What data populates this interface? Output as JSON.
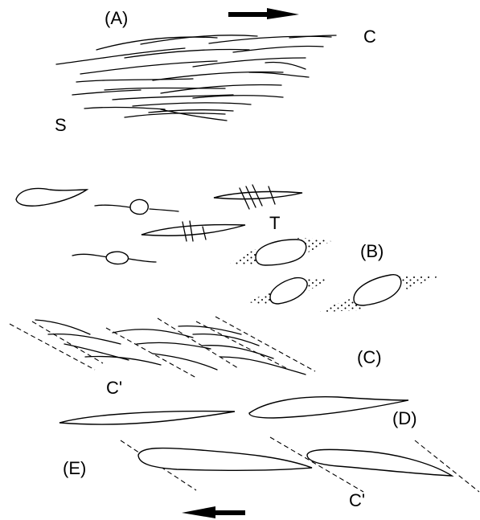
{
  "labels": {
    "panel_a": "(A)",
    "c_plane": "C",
    "s_plane": "S",
    "t_marker": "T",
    "panel_b": "(B)",
    "panel_c": "(C)",
    "c_prime_upper": "C'",
    "panel_d": "(D)",
    "panel_e": "(E)",
    "c_prime_lower": "C'"
  },
  "shear_sense": {
    "top": "dextral (right-pointing arrow)",
    "bottom": "sinistral (left-pointing arrow)"
  },
  "colors": {
    "ink": "#000000",
    "background": "#ffffff"
  }
}
